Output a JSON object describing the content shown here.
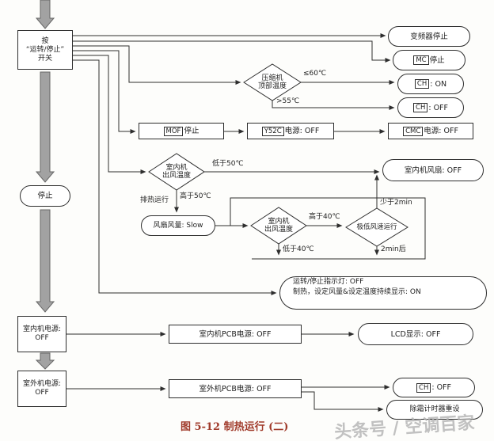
{
  "caption": "图 5-12  制热运行 (二)",
  "watermark": "头条号 / 空调百家",
  "colors": {
    "line": "#2e2e2e",
    "thick_arrow_fill": "#a2a2a2",
    "thick_arrow_stroke": "#666666",
    "caption": "#a03a2a",
    "watermark": "#b3b3b3",
    "node_background": "#ffffff"
  },
  "nodes": {
    "press_switch": {
      "lines": [
        "按",
        "“运转/停止”",
        "开关"
      ]
    },
    "stop": {
      "label": "停止"
    },
    "indoor_power": {
      "lines": [
        "室内机电源:",
        "OFF"
      ]
    },
    "outdoor_power": {
      "lines": [
        "室外机电源:",
        "OFF"
      ]
    },
    "inverter_stop": {
      "label": "变频器停止"
    },
    "mc_stop": {
      "relay": "MC",
      "label": "停止"
    },
    "ch_on": {
      "relay": "CH",
      "label": ": ON"
    },
    "ch_off_top": {
      "relay": "CH",
      "label": ": OFF"
    },
    "mof_stop": {
      "relay": "MOF",
      "label": "停止"
    },
    "y52c_power": {
      "relay": "Y52C",
      "label": "电源: OFF"
    },
    "cmc_power": {
      "relay": "CMC",
      "label": "电源: OFF"
    },
    "comp_top_temp": {
      "lines": [
        "压缩机",
        "顶部温度"
      ]
    },
    "outlet_temp_1": {
      "lines": [
        "室内机",
        "出风温度"
      ]
    },
    "indoor_fan_off": {
      "label": "室内机风扇: OFF"
    },
    "fan_slow": {
      "label": "风扇风量: Slow"
    },
    "outlet_temp_2": {
      "lines": [
        "室内机",
        "出风温度"
      ]
    },
    "very_low_speed": {
      "label": "极低风速运行"
    },
    "indicator": {
      "lines": [
        "运转/停止指示灯: OFF",
        "制热，设定风量&设定温度持续显示: ON"
      ]
    },
    "indoor_pcb": {
      "label": "室内机PCB电源: OFF"
    },
    "lcd_off": {
      "label": "LCD显示: OFF"
    },
    "outdoor_pcb": {
      "label": "室外机PCB电源: OFF"
    },
    "ch_off_bottom": {
      "relay": "CH",
      "label": ": OFF"
    },
    "defrost_reset": {
      "label": "除霜计时器重设"
    }
  },
  "edge_labels": {
    "le_60": "≤60℃",
    "gt_55": ">55℃",
    "below_50": "低于50℃",
    "above_50": "高于50℃",
    "exhaust_run": "排热运行",
    "above_40": "高于40℃",
    "below_40": "低于40℃",
    "less_2min": "少于2min",
    "after_2min": "2min后"
  }
}
